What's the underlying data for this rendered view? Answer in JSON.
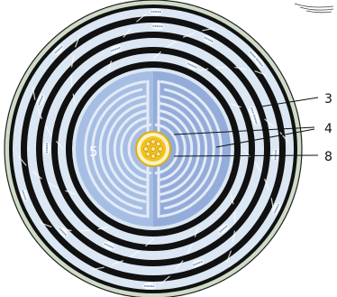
{
  "figure": {
    "labels": [
      {
        "id": "3",
        "text": "3"
      },
      {
        "id": "4",
        "text": "4"
      },
      {
        "id": "8",
        "text": "8"
      },
      {
        "id": "5",
        "text": "5"
      }
    ]
  },
  "colors": {
    "background": "#ffffff",
    "outer_rim": "#cfdcc8",
    "dark_ring": "#111111",
    "pale_ring": "#dbe8f3",
    "inner_disc": "#9eb6e0",
    "maze_wall": "#dfe6f2",
    "core_fill": "#f2c21e",
    "core_ring": "#e6a800",
    "cell": "#8fa8c8"
  }
}
